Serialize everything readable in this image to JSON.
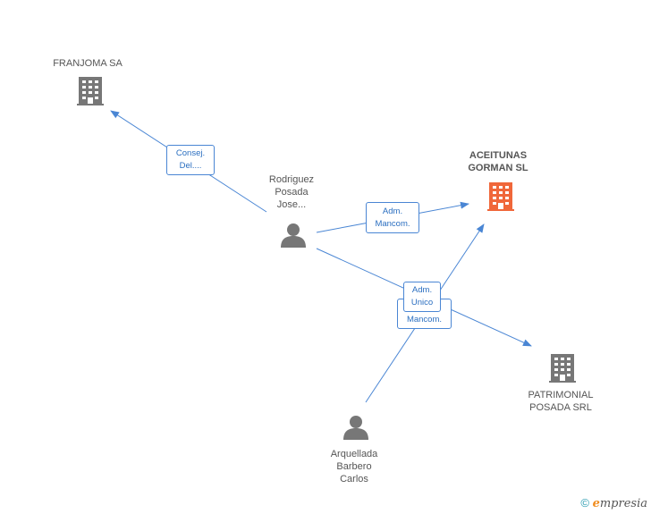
{
  "nodes": {
    "franjoma": {
      "label": "FRANJOMA SA",
      "type": "company"
    },
    "aceitunas": {
      "label": "ACEITUNAS\nGORMAN SL",
      "type": "company-focus"
    },
    "patrimonial": {
      "label": "PATRIMONIAL\nPOSADA SRL",
      "type": "company"
    },
    "rodriguez": {
      "label": "Rodriguez\nPosada\nJose...",
      "type": "person"
    },
    "arquellada": {
      "label": "Arquellada\nBarbero\nCarlos",
      "type": "person"
    }
  },
  "edges": {
    "consej": {
      "label": "Consej.\nDel...."
    },
    "adm_mancom": {
      "label": "Adm.\nMancom."
    },
    "adm_unico": {
      "label": "Adm.\nUnico"
    },
    "mancom": {
      "label": "Mancom."
    }
  },
  "footer": {
    "copyright_symbol": "©",
    "brand_e": "e",
    "brand_rest": "mpresia"
  },
  "colors": {
    "edge": "#4a86d4",
    "company": "#777777",
    "focus": "#f0673a",
    "person": "#777777"
  }
}
